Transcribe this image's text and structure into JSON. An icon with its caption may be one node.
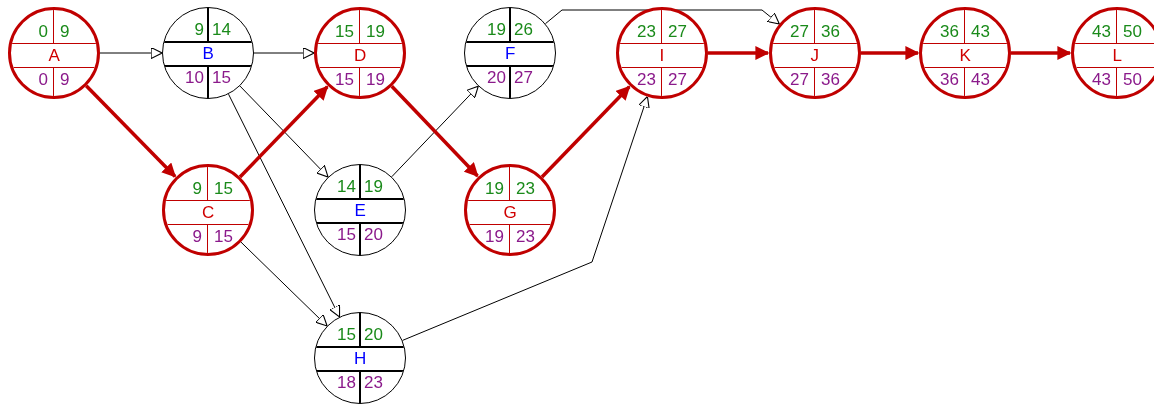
{
  "diagram": {
    "nodes": [
      {
        "text": [
          "0",
          "9",
          "A",
          "0",
          "9"
        ]
      },
      {
        "text": [
          "9",
          "14",
          "B",
          "10",
          "15"
        ]
      },
      {
        "text": [
          "15",
          "19",
          "D",
          "15",
          "19"
        ]
      },
      {
        "text": [
          "19",
          "26",
          "F",
          "20",
          "27"
        ]
      },
      {
        "text": [
          "23",
          "27",
          "I",
          "23",
          "27"
        ]
      },
      {
        "text": [
          "27",
          "36",
          "J",
          "27",
          "36"
        ]
      },
      {
        "text": [
          "36",
          "43",
          "K",
          "36",
          "43"
        ]
      },
      {
        "text": [
          "43",
          "50",
          "L",
          "43",
          "50"
        ]
      },
      {
        "text": [
          "9",
          "15",
          "C",
          "9",
          "15"
        ]
      },
      {
        "text": [
          "14",
          "19",
          "E",
          "15",
          "20"
        ]
      },
      {
        "text": [
          "19",
          "23",
          "G",
          "19",
          "23"
        ]
      },
      {
        "text": [
          "15",
          "20",
          "H",
          "18",
          "23"
        ]
      }
    ],
    "edges": [
      {
        "from": 0,
        "to": 1,
        "arrow": "to"
      },
      {
        "from": 0,
        "to": 8,
        "arrow": "to",
        "style": "thick",
        "color": "#c00000"
      },
      {
        "from": 1,
        "to": 2,
        "arrow": "to"
      },
      {
        "from": 1,
        "to": 9,
        "arrow": "to"
      },
      {
        "from": 1,
        "to": 11,
        "arrow": "to"
      },
      {
        "from": 8,
        "to": 2,
        "arrow": "to",
        "style": "thick",
        "color": "#c00000"
      },
      {
        "from": 8,
        "to": 11,
        "arrow": "to"
      },
      {
        "from": 9,
        "to": 3,
        "arrow": "to"
      },
      {
        "from": 2,
        "to": 10,
        "arrow": "to",
        "style": "thick",
        "color": "#c00000"
      },
      {
        "from": 3,
        "to": 5,
        "arrow": "to"
      },
      {
        "from": 10,
        "to": 4,
        "arrow": "to",
        "style": "thick",
        "color": "#c00000"
      },
      {
        "from": 11,
        "to": 4,
        "arrow": "to"
      },
      {
        "from": 4,
        "to": 5,
        "arrow": "to",
        "style": "thick",
        "color": "#c00000"
      },
      {
        "from": 5,
        "to": 6,
        "arrow": "to",
        "style": "thick",
        "color": "#c00000"
      },
      {
        "from": 6,
        "to": 7,
        "arrow": "to",
        "style": "thick",
        "color": "#c00000"
      }
    ]
  }
}
